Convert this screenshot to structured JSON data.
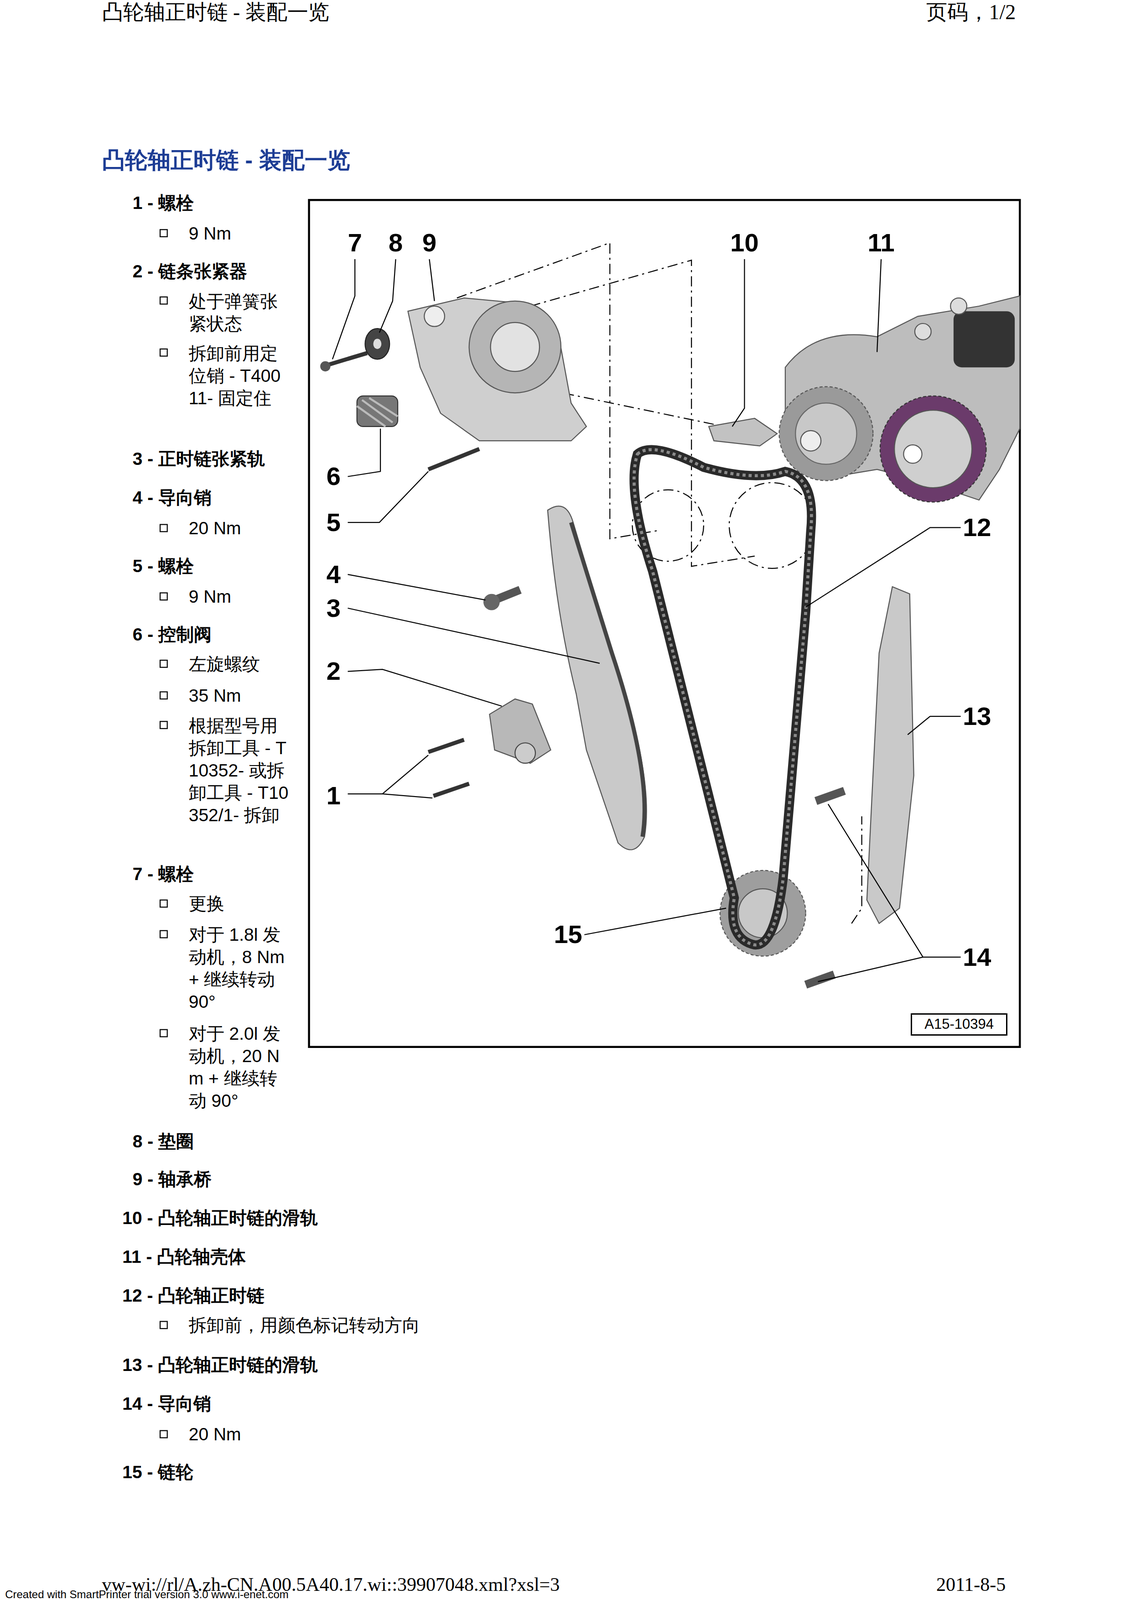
{
  "diagram": {
    "title": "凸轮轴正时链 - 装配一览",
    "nodes": [
      {
        "text": [
          "A15-10394"
        ]
      }
    ],
    "labels": [
      "凸轮轴正时链 - 装配一览",
      "页码，1/2",
      "1 - 螺栓",
      "9 Nm",
      "2 - 链条张紧器",
      "处于弹簧张紧状态",
      "拆卸前用定位销 - T40011- 固定住",
      "3 - 正时链张紧轨",
      "4 - 导向销",
      "20 Nm",
      "5 - 螺栓",
      "9 Nm",
      "6 - 控制阀",
      "左旋螺纹",
      "35 Nm",
      "根据型号用拆卸工具 - T10352- 或拆卸工具 - T10352/1- 拆卸",
      "7 - 螺栓",
      "更换",
      "对于 1.8l 发动机，8 Nm + 继续转动 90°",
      "对于 2.0l 发动机，20 Nm + 继续转动 90°",
      "8 - 垫圈",
      "9 - 轴承桥",
      "10 - 凸轮轴正时链的滑轨",
      "11 - 凸轮轴壳体",
      "12 - 凸轮轴正时链",
      "拆卸前，用颜色标记转动方向",
      "13 - 凸轮轴正时链的滑轨",
      "14 - 导向销",
      "20 Nm",
      "15 - 链轮",
      "7",
      "8",
      "9",
      "10",
      "11",
      "6",
      "5",
      "4",
      "3",
      "2",
      "1",
      "12",
      "13",
      "14",
      "15",
      "vw-wi://rl/A.zh-CN.A00.5A40.17.wi::39907048.xml?xsl=3",
      "2011-8-5",
      "Created with SmartPrinter trial version 3.0 www.i-enet.com"
    ]
  }
}
